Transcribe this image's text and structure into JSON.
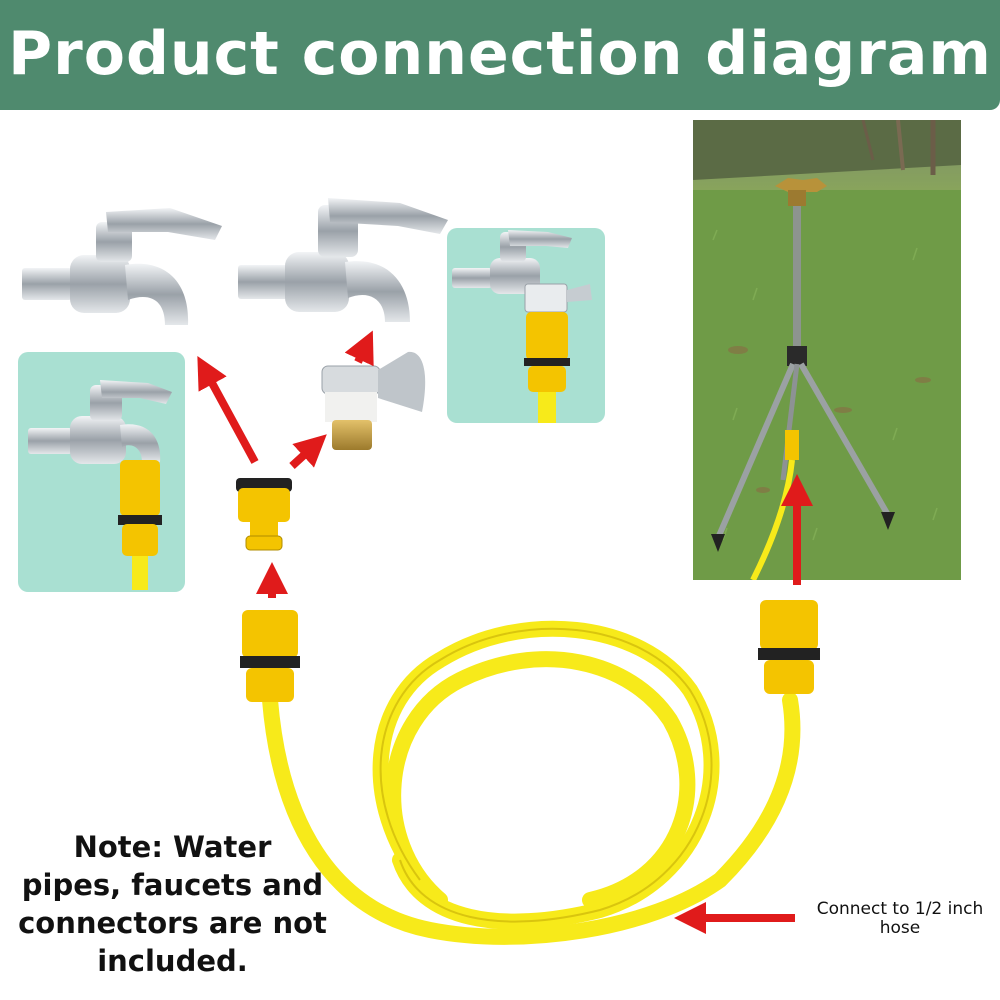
{
  "banner": {
    "title": "Product connection diagram"
  },
  "note": {
    "lines": [
      "Note: Water",
      "pipes, faucets and",
      "connectors are not",
      "included."
    ]
  },
  "callout": {
    "lines": [
      "Connect to 1/2 inch",
      "hose"
    ]
  },
  "colors": {
    "banner": "#4f8a6e",
    "panel": "#a9e0d2",
    "arrow": "#e01b1b",
    "hose": "#f7ea1a",
    "connector": "#f4c400",
    "chrome": "#c7ccd2",
    "grass": "#6c9a45"
  },
  "icons": [
    "faucet-icon",
    "hose-connector-icon",
    "faucet-adapter-icon",
    "sprinkler-tripod-icon",
    "arrow-icon"
  ]
}
